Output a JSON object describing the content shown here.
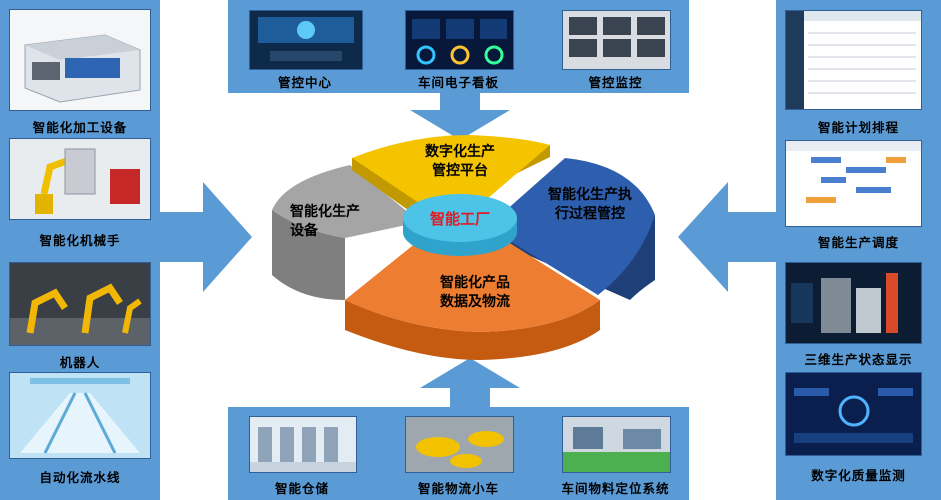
{
  "left_column": [
    {
      "id": "l1",
      "caption": "智能化加工设备",
      "thumb_icon": "laser-cutting-machine"
    },
    {
      "id": "l2",
      "caption": "智能化机械手",
      "thumb_icon": "robotic-arm"
    },
    {
      "id": "l3",
      "caption": "机器人",
      "thumb_icon": "industrial-robots"
    },
    {
      "id": "l4",
      "caption": "自动化流水线",
      "thumb_icon": "conveyor-line"
    }
  ],
  "top_row": [
    {
      "id": "t1",
      "caption": "管控中心",
      "thumb_icon": "control-room"
    },
    {
      "id": "t2",
      "caption": "车间电子看板",
      "thumb_icon": "dashboard-board"
    },
    {
      "id": "t3",
      "caption": "管控监控",
      "thumb_icon": "surveillance-monitors"
    }
  ],
  "bottom_row": [
    {
      "id": "b1",
      "caption": "智能仓储",
      "thumb_icon": "warehouse"
    },
    {
      "id": "b2",
      "caption": "智能物流小车",
      "thumb_icon": "agv-cart"
    },
    {
      "id": "b3",
      "caption": "车间物料定位系统",
      "thumb_icon": "workshop-floor"
    }
  ],
  "right_column": [
    {
      "id": "r1",
      "caption": "智能计划排程",
      "thumb_icon": "planning-software"
    },
    {
      "id": "r2",
      "caption": "智能生产调度",
      "thumb_icon": "scheduling-grid"
    },
    {
      "id": "r3",
      "caption": "三维生产状态显示",
      "thumb_icon": "3d-plant-view"
    },
    {
      "id": "r4",
      "caption": "数字化质量监测",
      "thumb_icon": "quality-dashboard"
    }
  ],
  "center": {
    "hub": "智能工厂",
    "segments": {
      "top": [
        "数字化生产",
        "管控平台"
      ],
      "right": [
        "智能化生产执",
        "行过程管控"
      ],
      "bottom": [
        "智能化产品",
        "数据及物流"
      ],
      "left": [
        "智能化生产",
        "设备"
      ]
    },
    "colors": {
      "top": "#f5c400",
      "right": "#2e5fae",
      "bottom": "#ed7d31",
      "left": "#a5a5a5",
      "hub": "#4dc3e8",
      "panel": "#5b9bd5",
      "hub_text": "#e11b22"
    }
  }
}
